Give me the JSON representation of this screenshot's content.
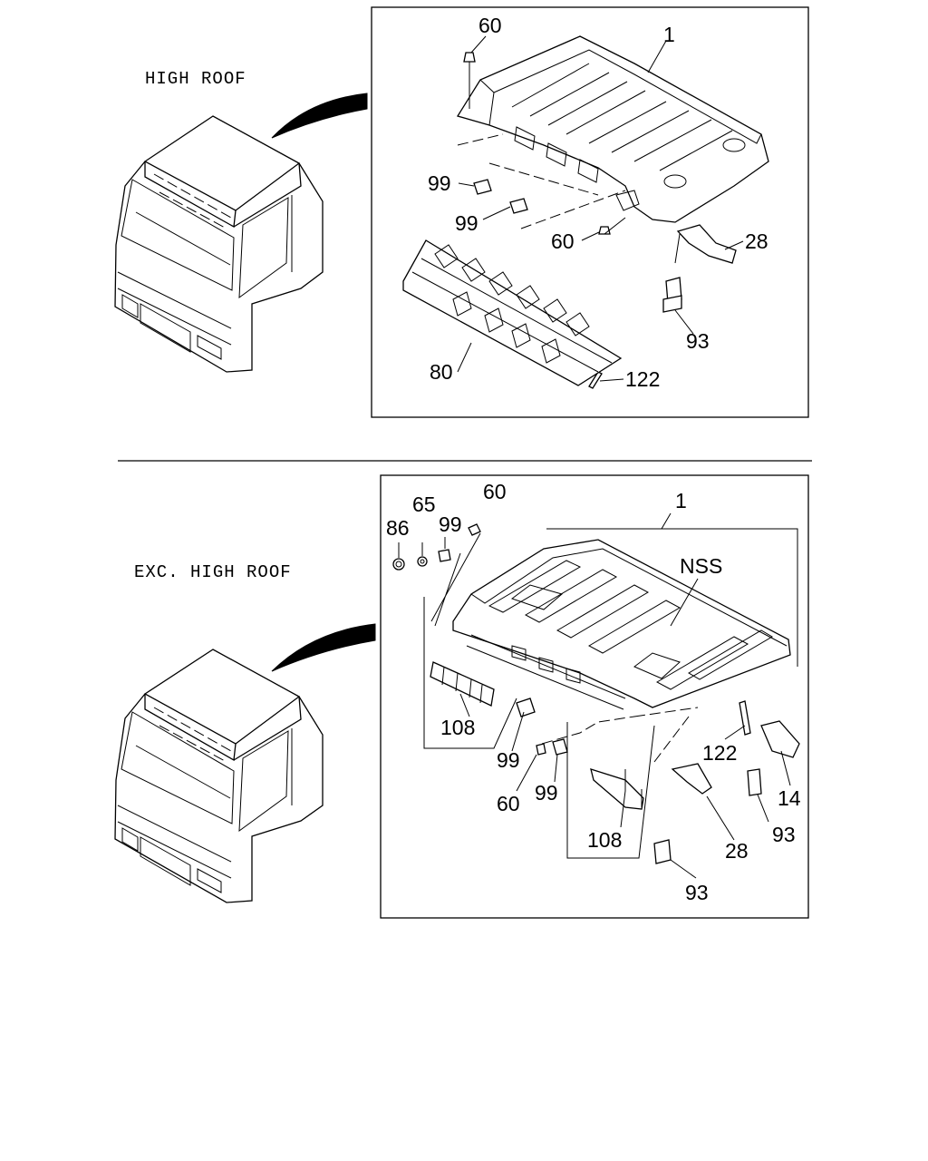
{
  "sections": [
    {
      "caption": "HIGH ROOF",
      "callouts": [
        "60",
        "1",
        "99",
        "99",
        "60",
        "28",
        "93",
        "80",
        "122"
      ]
    },
    {
      "caption": "EXC. HIGH ROOF",
      "callouts": [
        "60",
        "65",
        "86",
        "99",
        "1",
        "NSS",
        "108",
        "99",
        "60",
        "99",
        "108",
        "122",
        "14",
        "93",
        "28",
        "93"
      ]
    }
  ]
}
